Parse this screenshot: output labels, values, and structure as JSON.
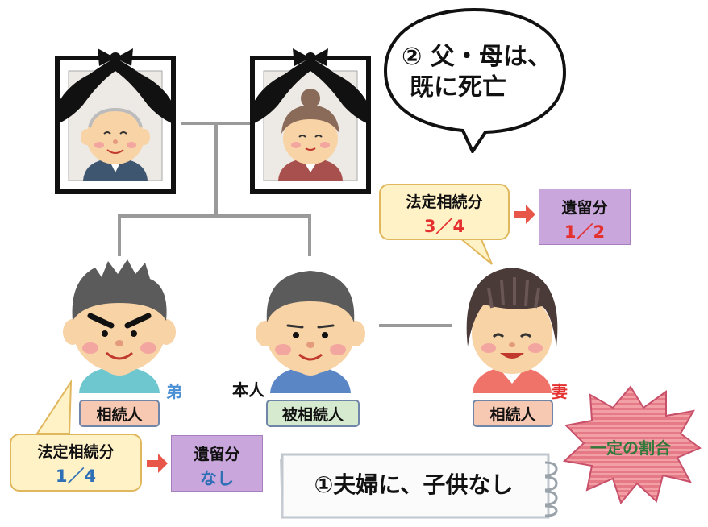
{
  "speech": {
    "line1": "② 父・母は、",
    "line2": "既に死亡"
  },
  "people": {
    "self": {
      "name": "本人",
      "tag": "被相続人"
    },
    "brother": {
      "relation": "弟",
      "tag": "相続人"
    },
    "wife": {
      "relation": "妻",
      "tag": "相続人"
    }
  },
  "wife_share": {
    "legal_label": "法定相続分",
    "legal_value": "3／4",
    "reserve_label": "遺留分",
    "reserve_value": "1／2"
  },
  "brother_share": {
    "legal_label": "法定相続分",
    "legal_value": "1／4",
    "reserve_label": "遺留分",
    "reserve_value": "なし"
  },
  "badge": "一定の割合",
  "note": "①夫婦に、子供なし",
  "colors": {
    "wife_values": "#e53030",
    "brother_values": "#2f6fb5",
    "brother_label": "#4a8fd6",
    "wife_label": "#e53030",
    "arrow": "#e8564a",
    "reserve_box": "#c9a6dc"
  }
}
